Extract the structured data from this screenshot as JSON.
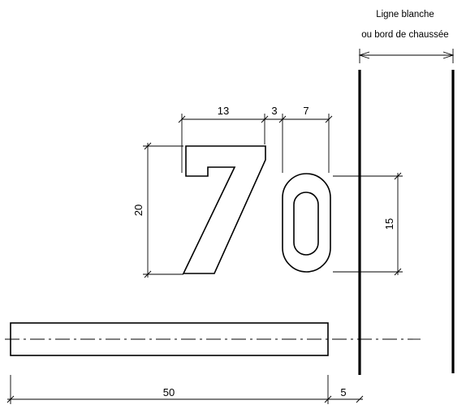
{
  "note": {
    "line1": "Ligne blanche",
    "line2": "ou bord de chaussée"
  },
  "dimensions": {
    "digit7_width": "13",
    "gap": "3",
    "digit0_width": "7",
    "height_7": "20",
    "height_0": "15",
    "strip_length": "50",
    "offset": "5"
  },
  "glyphs": {
    "digit_seven": "7",
    "digit_zero": "0"
  }
}
